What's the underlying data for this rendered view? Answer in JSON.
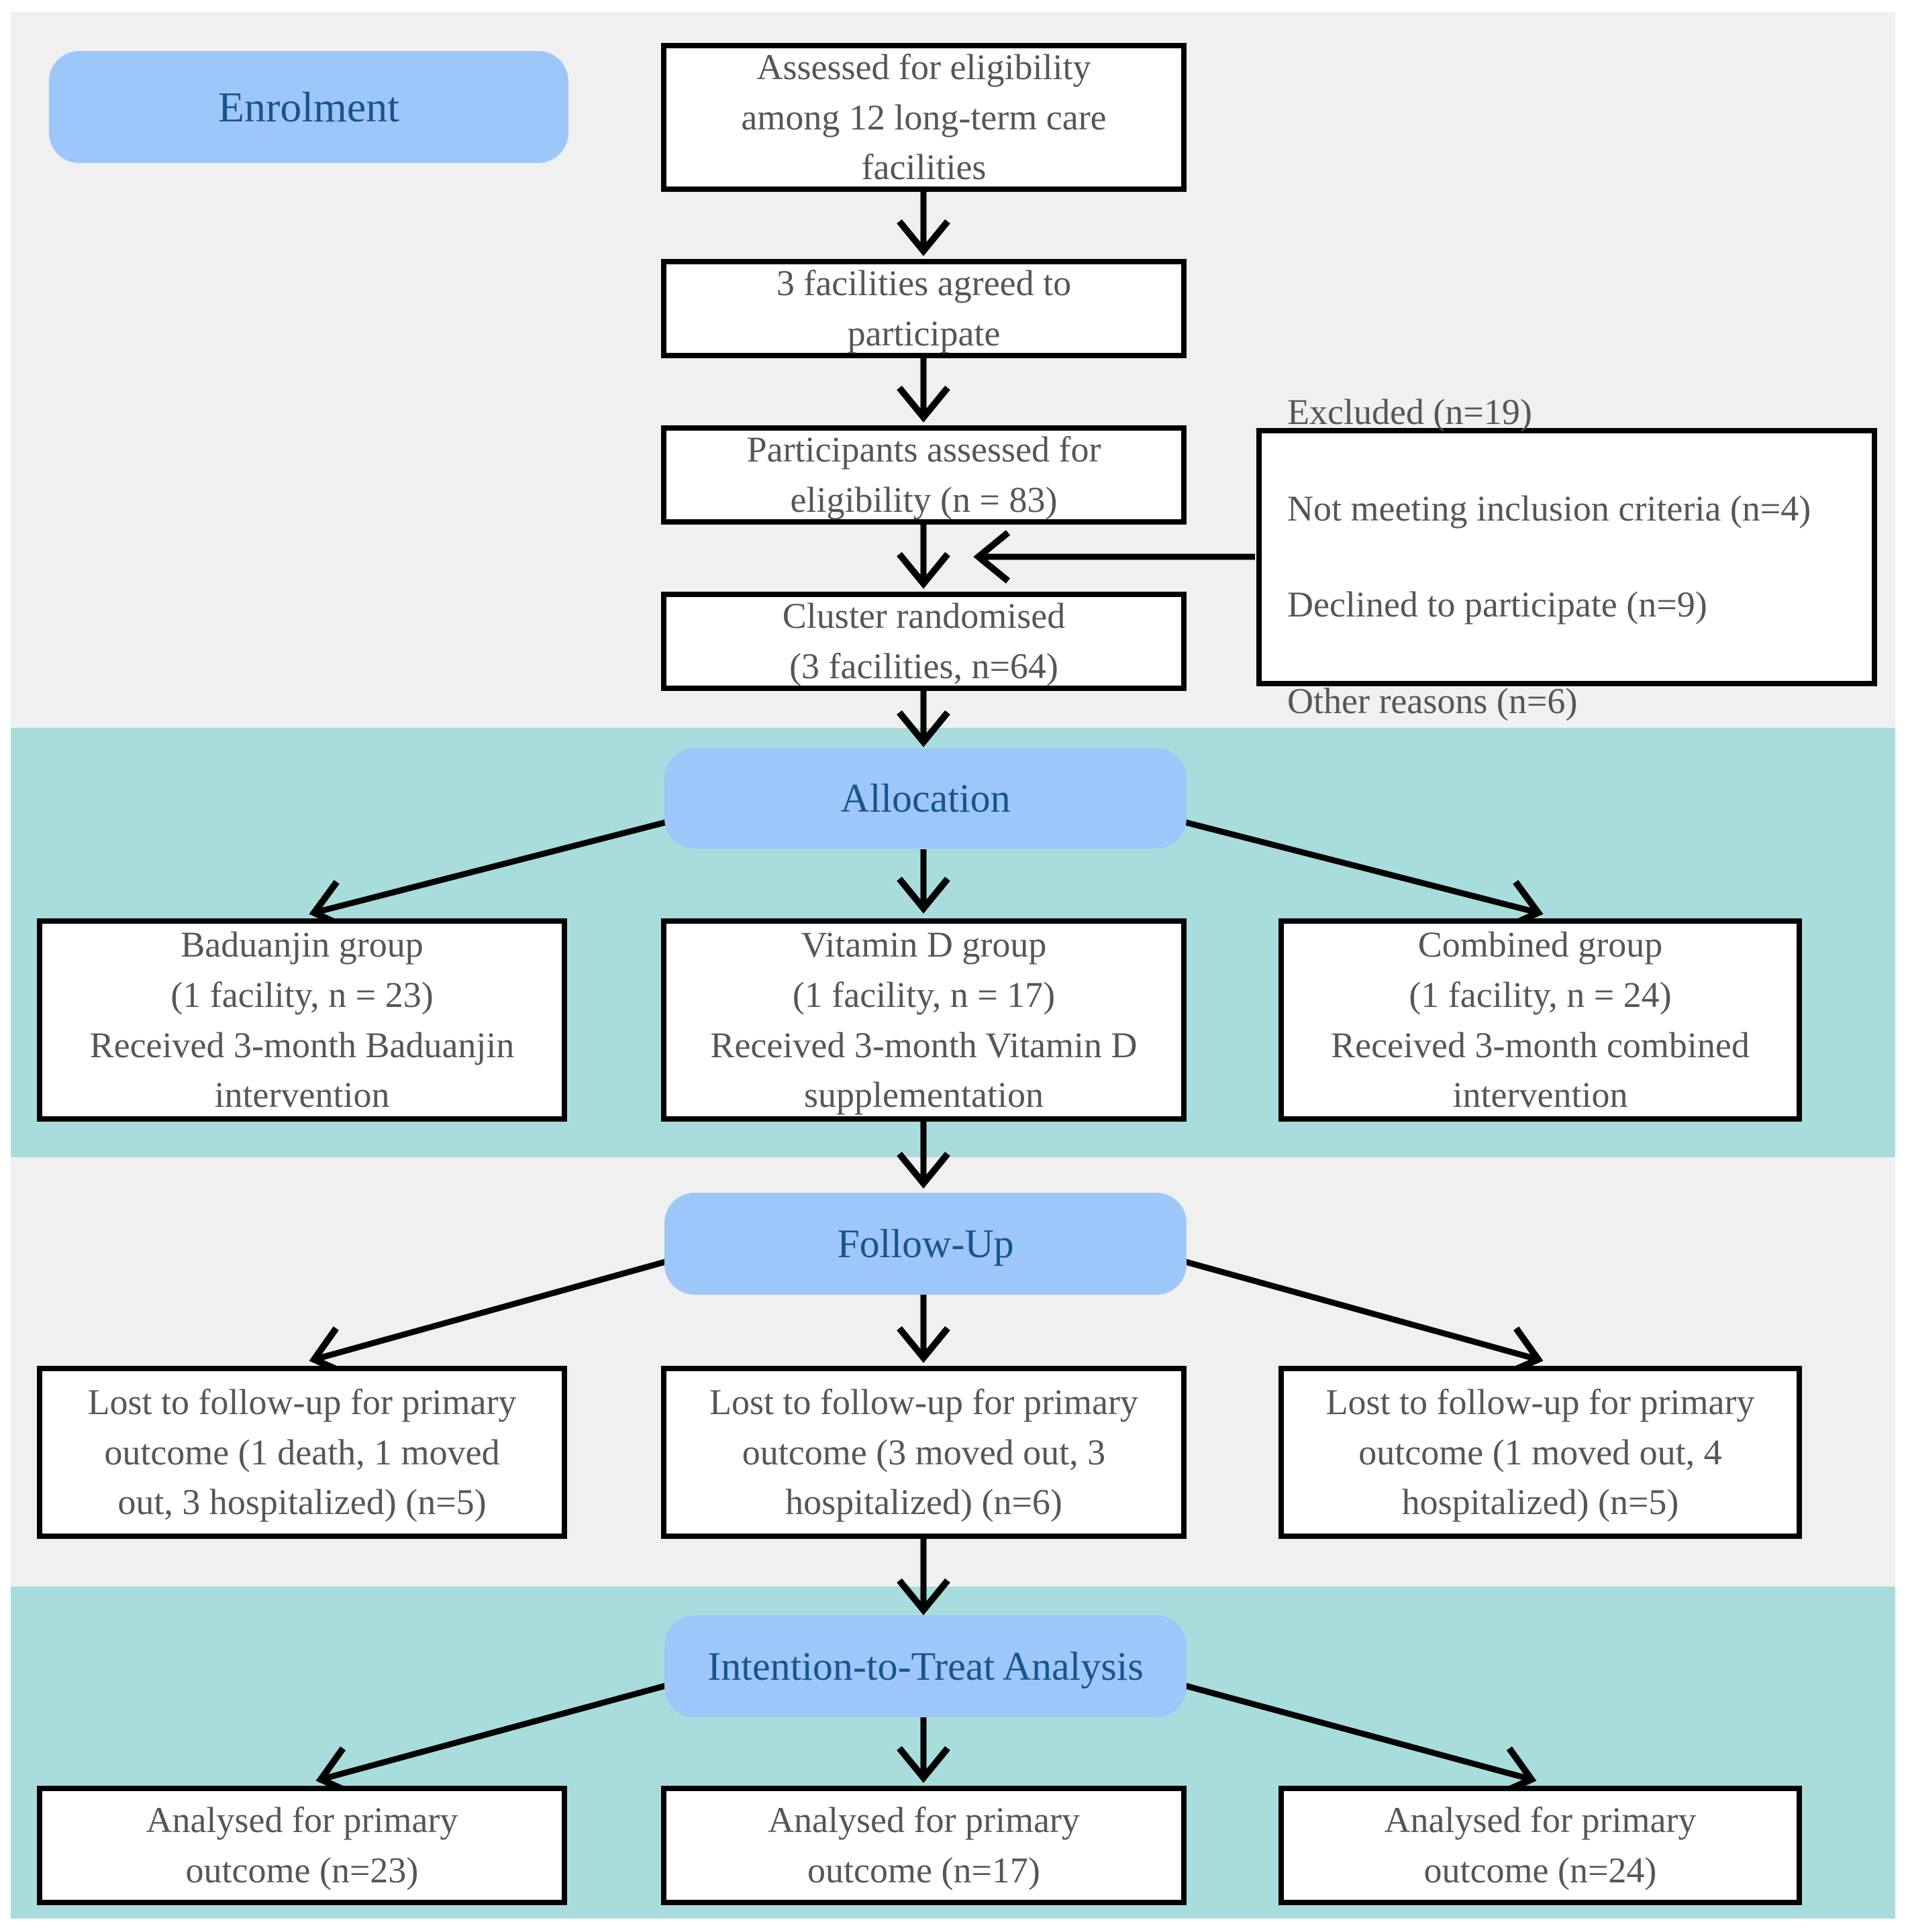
{
  "colors": {
    "page_bg": "#ffffff",
    "band_gray": "#f0f0f0",
    "band_teal": "#a9dcdd",
    "label_fill": "#9dc7f8",
    "label_text": "#17548f",
    "box_fill": "#ffffff",
    "box_border": "#000000",
    "box_text": "#565656",
    "arrow": "#000000"
  },
  "sections": {
    "enrolment": {
      "label": "Enrolment"
    },
    "allocation": {
      "label": "Allocation"
    },
    "follow_up": {
      "label": "Follow-Up"
    },
    "itt": {
      "label": "Intention-to-Treat Analysis"
    }
  },
  "boxes": {
    "assessed_facilities": "Assessed for eligibility\namong 12 long-term care\nfacilities",
    "facilities_agreed": "3 facilities agreed to\nparticipate",
    "participants_assessed": "Participants assessed for\neligibility (n = 83)",
    "excluded": {
      "lines": [
        "Excluded (n=19)",
        "Not meeting inclusion criteria (n=4)",
        "Declined to participate (n=9)",
        "Other reasons (n=6)"
      ]
    },
    "cluster_randomised": "Cluster randomised\n(3 facilities, n=64)",
    "baduanjin_group": "Baduanjin group\n(1 facility, n = 23)\nReceived 3-month Baduanjin\nintervention",
    "vitamin_d_group": "Vitamin D group\n(1 facility, n = 17)\nReceived 3-month Vitamin D\nsupplementation",
    "combined_group": "Combined group\n(1 facility, n = 24)\nReceived 3-month combined\nintervention",
    "lost_baduanjin": "Lost to follow-up for primary\noutcome (1 death, 1 moved\nout, 3 hospitalized) (n=5)",
    "lost_vitamin_d": "Lost to follow-up for primary\noutcome (3 moved out, 3\nhospitalized) (n=6)",
    "lost_combined": "Lost to follow-up for primary\noutcome (1 moved out, 4\nhospitalized) (n=5)",
    "analysed_baduanjin": "Analysed for primary\noutcome (n=23)",
    "analysed_vitamin_d": "Analysed for primary\noutcome (n=17)",
    "analysed_combined": "Analysed for primary\noutcome (n=24)"
  }
}
